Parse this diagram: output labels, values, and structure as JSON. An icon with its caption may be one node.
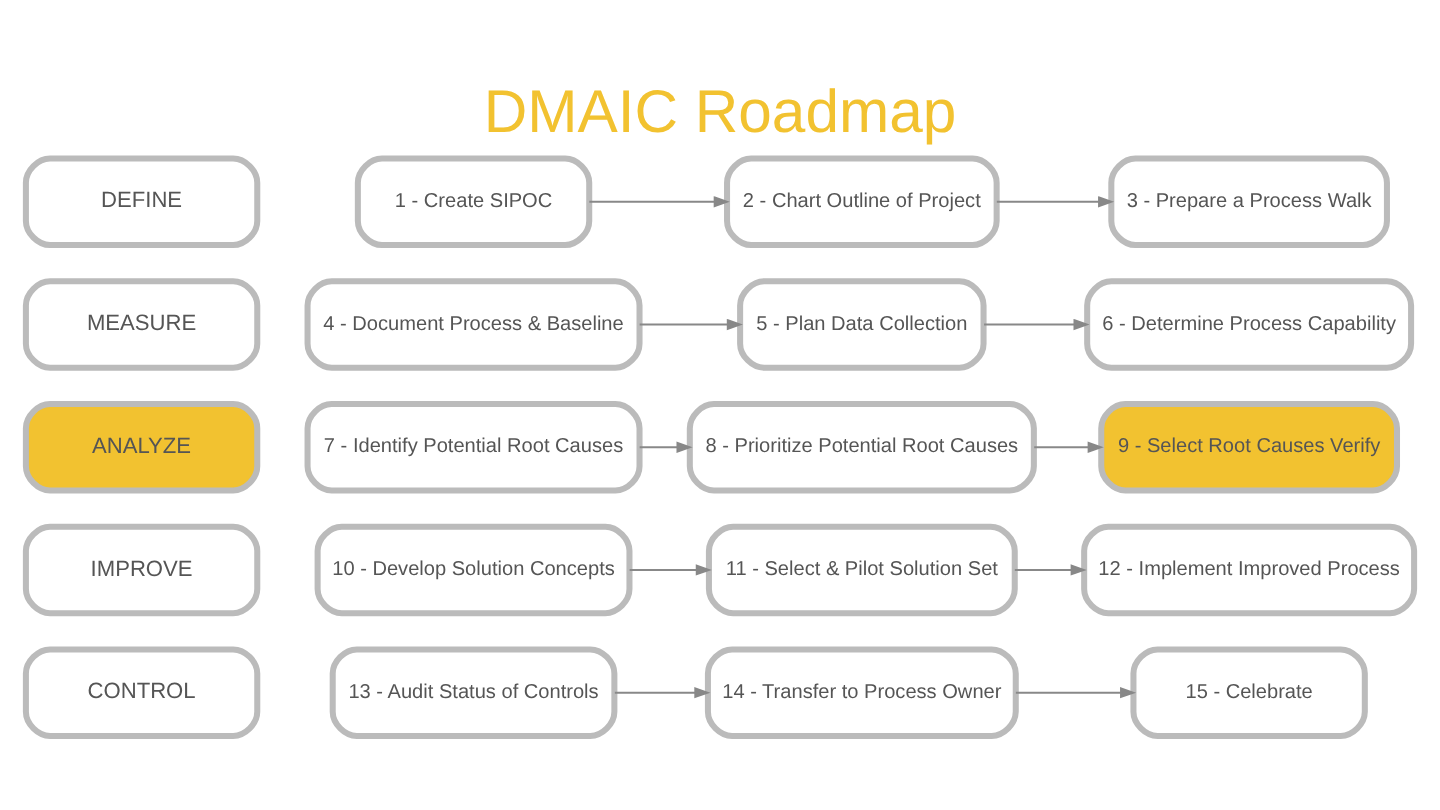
{
  "diagram": {
    "title": "DMAIC Roadmap",
    "nodes": [
      {
        "text": [
          "DEFINE"
        ]
      },
      {
        "text": [
          "1 - Create SIPOC"
        ]
      },
      {
        "text": [
          "2 - Chart Outline of Project"
        ]
      },
      {
        "text": [
          "3 - Prepare a Process Walk"
        ]
      },
      {
        "text": [
          "MEASURE"
        ]
      },
      {
        "text": [
          "4 - Document Process & Baseline"
        ]
      },
      {
        "text": [
          "5 - Plan Data Collection"
        ]
      },
      {
        "text": [
          "6 - Determine Process Capability"
        ]
      },
      {
        "text": [
          "ANALYZE"
        ]
      },
      {
        "text": [
          "7 - Identify Potential Root Causes"
        ]
      },
      {
        "text": [
          "8 - Prioritize Potential Root Causes"
        ]
      },
      {
        "text": [
          "9 - Select Root Causes Verify"
        ]
      },
      {
        "text": [
          "IMPROVE"
        ]
      },
      {
        "text": [
          "10 - Develop Solution Concepts"
        ]
      },
      {
        "text": [
          "11 - Select & Pilot Solution Set"
        ]
      },
      {
        "text": [
          "12 - Implement Improved Process"
        ]
      },
      {
        "text": [
          "CONTROL"
        ]
      },
      {
        "text": [
          "13 - Audit Status of Controls"
        ]
      },
      {
        "text": [
          "14 - Transfer to Process Owner"
        ]
      },
      {
        "text": [
          "15 - Celebrate"
        ]
      }
    ],
    "edges": [
      {
        "from": 1,
        "to": 2,
        "arrow": "to"
      },
      {
        "from": 2,
        "to": 3,
        "arrow": "to"
      },
      {
        "from": 5,
        "to": 6,
        "arrow": "to"
      },
      {
        "from": 6,
        "to": 7,
        "arrow": "to"
      },
      {
        "from": 9,
        "to": 10,
        "arrow": "to"
      },
      {
        "from": 10,
        "to": 11,
        "arrow": "to"
      },
      {
        "from": 13,
        "to": 14,
        "arrow": "to"
      },
      {
        "from": 14,
        "to": 15,
        "arrow": "to"
      },
      {
        "from": 17,
        "to": 18,
        "arrow": "to"
      },
      {
        "from": 18,
        "to": 19,
        "arrow": "to"
      }
    ]
  }
}
